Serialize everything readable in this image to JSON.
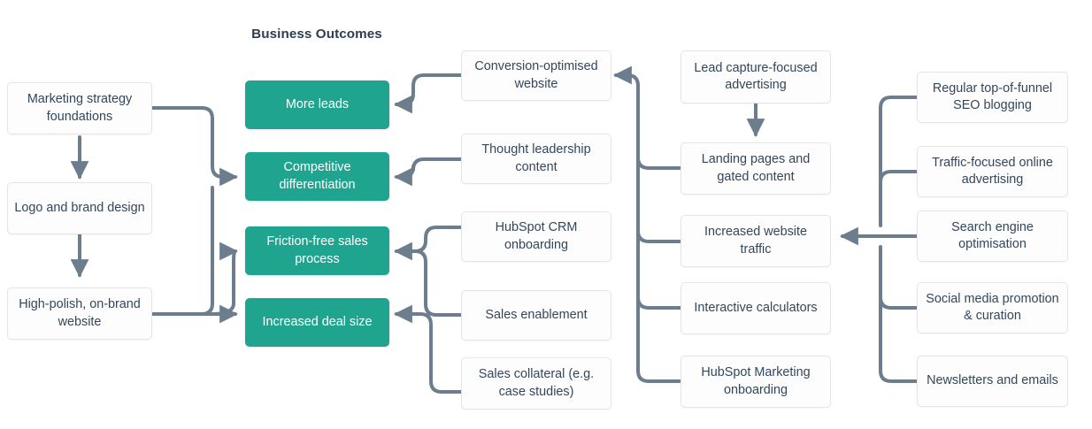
{
  "diagram": {
    "title": "Business Outcomes",
    "colors": {
      "outcome_fill": "#1fa58f",
      "outcome_text": "#ffffff",
      "node_fill": "#fdfdfd",
      "node_border": "#e3e5e8",
      "node_text": "#33475b",
      "connector": "#6c7e8e",
      "title_text": "#2e3d50",
      "background": "#ffffff"
    },
    "columns": [
      {
        "name": "foundations",
        "nodes": [
          {
            "label": "Marketing strategy foundations"
          },
          {
            "label": "Logo and brand design"
          },
          {
            "label": "High-polish, on-brand website"
          }
        ]
      },
      {
        "name": "business-outcomes",
        "heading": "Business Outcomes",
        "nodes": [
          {
            "label": "More leads"
          },
          {
            "label": "Competitive differentiation"
          },
          {
            "label": "Friction-free sales process"
          },
          {
            "label": "Increased deal size"
          }
        ]
      },
      {
        "name": "enablers",
        "nodes": [
          {
            "label": "Conversion-optimised website"
          },
          {
            "label": "Thought leadership content"
          },
          {
            "label": "HubSpot CRM onboarding"
          },
          {
            "label": "Sales enablement"
          },
          {
            "label": "Sales collateral (e.g. case studies)"
          }
        ]
      },
      {
        "name": "demand-capture",
        "nodes": [
          {
            "label": "Lead capture-focused advertising"
          },
          {
            "label": "Landing pages and gated content"
          },
          {
            "label": "Increased website traffic"
          },
          {
            "label": "Interactive calculators"
          },
          {
            "label": "HubSpot Marketing onboarding"
          }
        ]
      },
      {
        "name": "traffic-sources",
        "nodes": [
          {
            "label": "Regular top-of-funnel SEO blogging"
          },
          {
            "label": "Traffic-focused online advertising"
          },
          {
            "label": "Search engine optimisation"
          },
          {
            "label": "Social media promotion & curation"
          },
          {
            "label": "Newsletters and emails"
          }
        ]
      }
    ]
  }
}
